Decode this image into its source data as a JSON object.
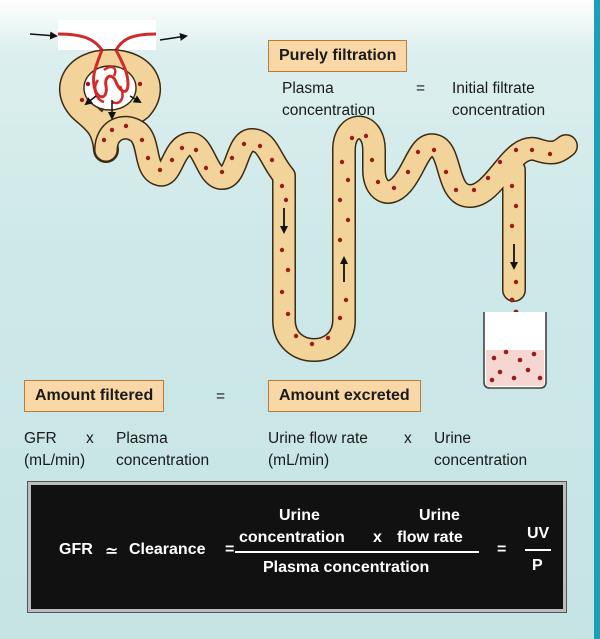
{
  "labels": {
    "purely_filtration": "Purely filtration",
    "plasma_concentration_1": "Plasma",
    "plasma_concentration_2": "concentration",
    "equals_top": "=",
    "initial_filtrate_1": "Initial filtrate",
    "initial_filtrate_2": "concentration",
    "amount_filtered": "Amount filtered",
    "equals_mid": "=",
    "amount_excreted": "Amount excreted",
    "gfr": "GFR",
    "gfr_unit": "(mL/min)",
    "times_left": "x",
    "plasma_1": "Plasma",
    "plasma_2": "concentration",
    "urine_flow_rate": "Urine flow rate",
    "urine_flow_unit": "(mL/min)",
    "times_right": "x",
    "urine_1": "Urine",
    "urine_2": "concentration"
  },
  "formula": {
    "gfr": "GFR",
    "approx": "≃",
    "clearance": "Clearance",
    "equals_1": "=",
    "num_urine_conc_1": "Urine",
    "num_urine_conc_2": "concentration",
    "num_times": "x",
    "num_urine_flow_1": "Urine",
    "num_urine_flow_2": "flow rate",
    "denominator": "Plasma concentration",
    "equals_2": "=",
    "uv": "UV",
    "p": "P"
  },
  "colors": {
    "tubule_fill": "#f2d39a",
    "tubule_stroke": "#3b2a14",
    "dot": "#9b1b1b",
    "label_box": "#fad7a6",
    "formula_bg": "#111111",
    "accent_edge": "#1f9fb6"
  }
}
